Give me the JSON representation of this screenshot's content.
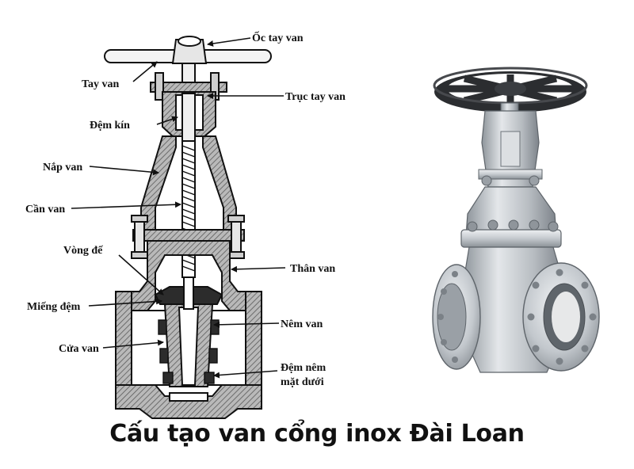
{
  "diagram": {
    "labels": {
      "handwheel_nut": "Ốc tay van",
      "handwheel": "Tay van",
      "stem_shaft": "Trục tay van",
      "packing": "Đệm kín",
      "bonnet": "Nắp van",
      "stem": "Cần van",
      "seat_ring": "Vòng đế",
      "body": "Thân van",
      "gasket": "Miếng đệm",
      "wedge": "Nêm van",
      "gate": "Cửa van",
      "bottom_seal_line1": "Đệm nêm",
      "bottom_seal_line2": "mặt dưới"
    }
  },
  "caption": "Cấu tạo van cổng inox Đài Loan",
  "colors": {
    "ink": "#111111",
    "hatch": "#6e6e6e",
    "steel_light": "#d9dde0",
    "steel_mid": "#a9aeb3",
    "steel_dark": "#6f757b",
    "wheel": "#2b2d30"
  }
}
